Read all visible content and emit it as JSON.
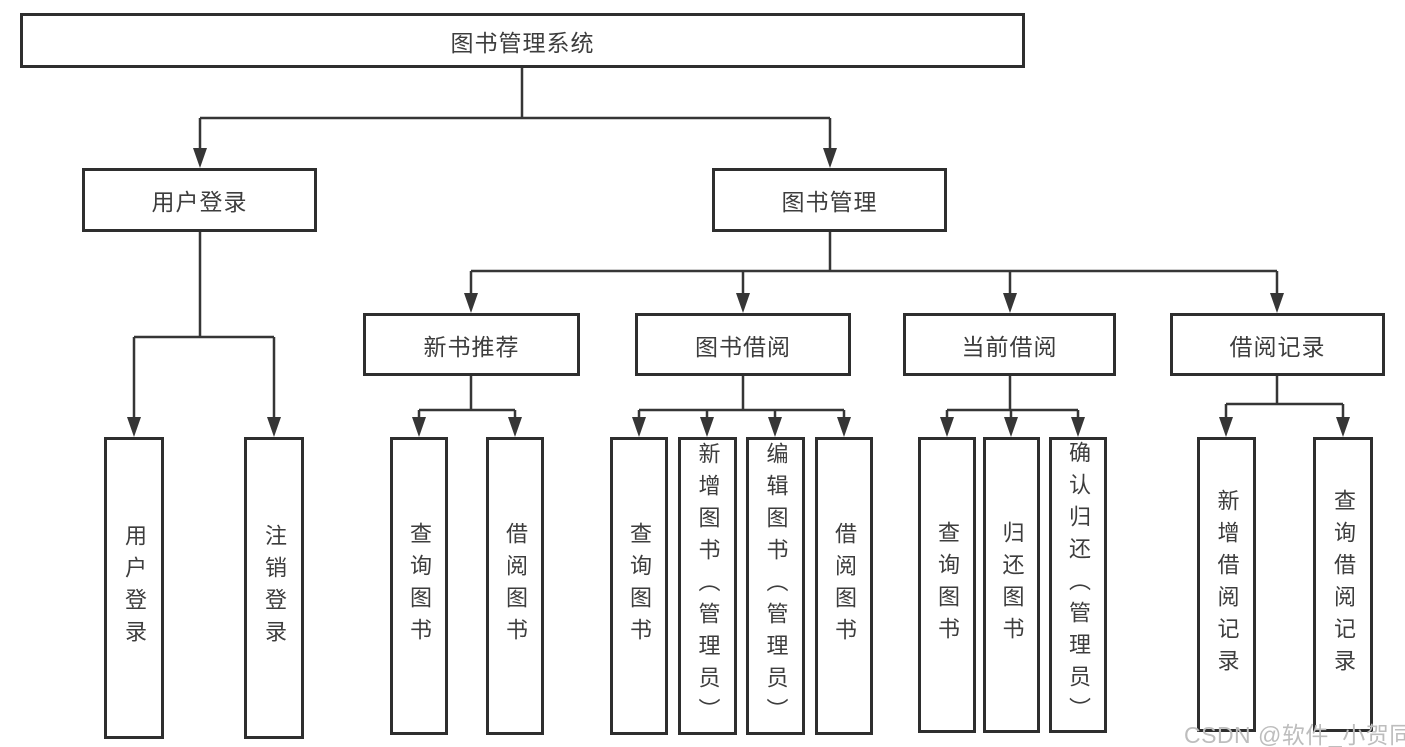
{
  "nodes": {
    "root": "图书管理系统",
    "user_login": "用户登录",
    "book_mgmt": "图书管理",
    "new_book_rec": "新书推荐",
    "book_borrow": "图书借阅",
    "current_borrow": "当前借阅",
    "borrow_records": "借阅记录",
    "ul_user_login": "用户登录",
    "ul_logout": "注销登录",
    "nbr_query_book": "查询图书",
    "nbr_borrow_book": "借阅图书",
    "bb_query_book": "查询图书",
    "bb_add_book": "新增图书（管理员）",
    "bb_edit_book": "编辑图书（管理员）",
    "bb_borrow_book": "借阅图书",
    "cb_query_book": "查询图书",
    "cb_return_book": "归还图书",
    "cb_confirm_return": "确认归还（管理员）",
    "br_add_record": "新增借阅记录",
    "br_query_record": "查询借阅记录"
  },
  "watermark": "CSDN @软件_小贺同学",
  "colors": {
    "line": "#363636",
    "border": "#2e2e2e",
    "text": "#3d3d3d",
    "watermark": "#bdbdbd",
    "bg": "#ffffff"
  }
}
